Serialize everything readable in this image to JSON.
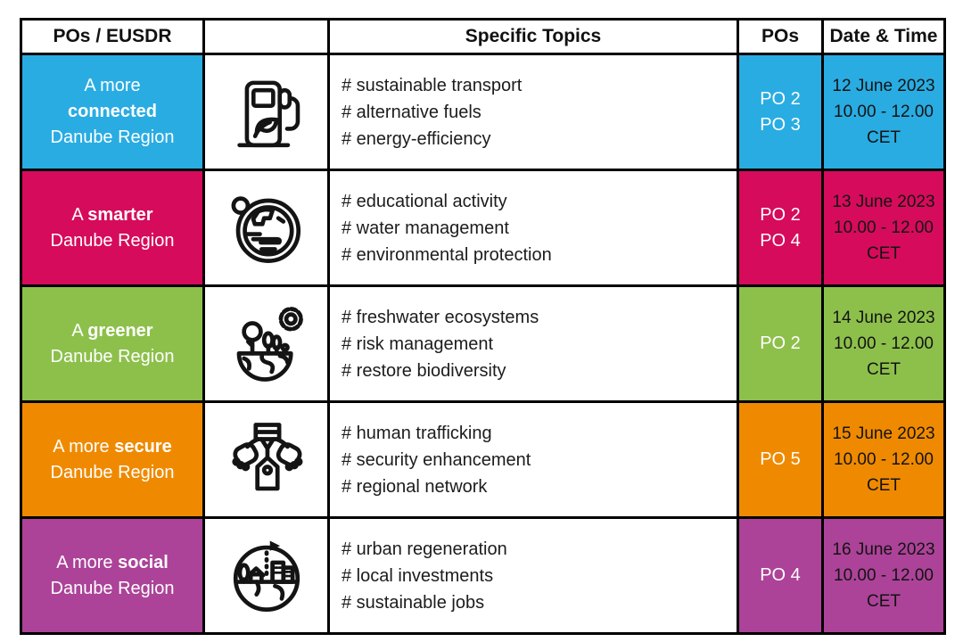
{
  "page": {
    "background": "#ffffff"
  },
  "table": {
    "headers": [
      "POs / EUSDR",
      "",
      "Specific Topics",
      "POs",
      "Date & Time"
    ],
    "border_color": "#000000",
    "rows": [
      {
        "color": "#29ACE2",
        "icon": "fuel-pump-leaf-icon",
        "region_lines": [
          {
            "a": "A more"
          },
          {
            "b": "connected"
          },
          {
            "a": "Danube Region"
          }
        ],
        "topics": [
          "# sustainable transport",
          "# alternative fuels",
          "# energy-efficiency"
        ],
        "pos": [
          "PO 2",
          "PO 3"
        ],
        "date": [
          "12 June 2023",
          "10.00 - 12.00",
          "CET"
        ]
      },
      {
        "color": "#D60B5B",
        "icon": "globe-satellite-icon",
        "region_lines": [
          {
            "a": "A ",
            "b": "smarter"
          },
          {
            "a": "Danube Region"
          }
        ],
        "topics": [
          "# educational activity",
          "# water management",
          "# environmental protection"
        ],
        "pos": [
          "PO 2",
          "PO 4"
        ],
        "date": [
          "13 June 2023",
          "10.00 - 12.00",
          "CET"
        ]
      },
      {
        "color": "#8DC04B",
        "icon": "earth-trees-gear-icon",
        "region_lines": [
          {
            "a": "A ",
            "b": "greener"
          },
          {
            "a": "Danube Region"
          }
        ],
        "topics": [
          "# freshwater ecosystems",
          "# risk management",
          "# restore biodiversity"
        ],
        "pos": [
          "PO 2"
        ],
        "date": [
          "14 June 2023",
          "10.00 - 12.00",
          "CET"
        ]
      },
      {
        "color": "#EF8A00",
        "icon": "hands-tag-icon",
        "region_lines": [
          {
            "a": "A more ",
            "b": "secure"
          },
          {
            "a": "Danube Region"
          }
        ],
        "topics": [
          "# human trafficking",
          "# security enhancement",
          "# regional network"
        ],
        "pos": [
          "PO 5"
        ],
        "date": [
          "15 June 2023",
          "10.00 - 12.00",
          "CET"
        ]
      },
      {
        "color": "#AC4398",
        "icon": "urban-regeneration-globe-icon",
        "region_lines": [
          {
            "a": "A more ",
            "b": "social"
          },
          {
            "a": "Danube Region"
          }
        ],
        "topics": [
          "# urban regeneration",
          "# local investments",
          "# sustainable jobs"
        ],
        "pos": [
          "PO 4"
        ],
        "date": [
          "16 June 2023",
          "10.00 - 12.00",
          "CET"
        ]
      }
    ]
  }
}
